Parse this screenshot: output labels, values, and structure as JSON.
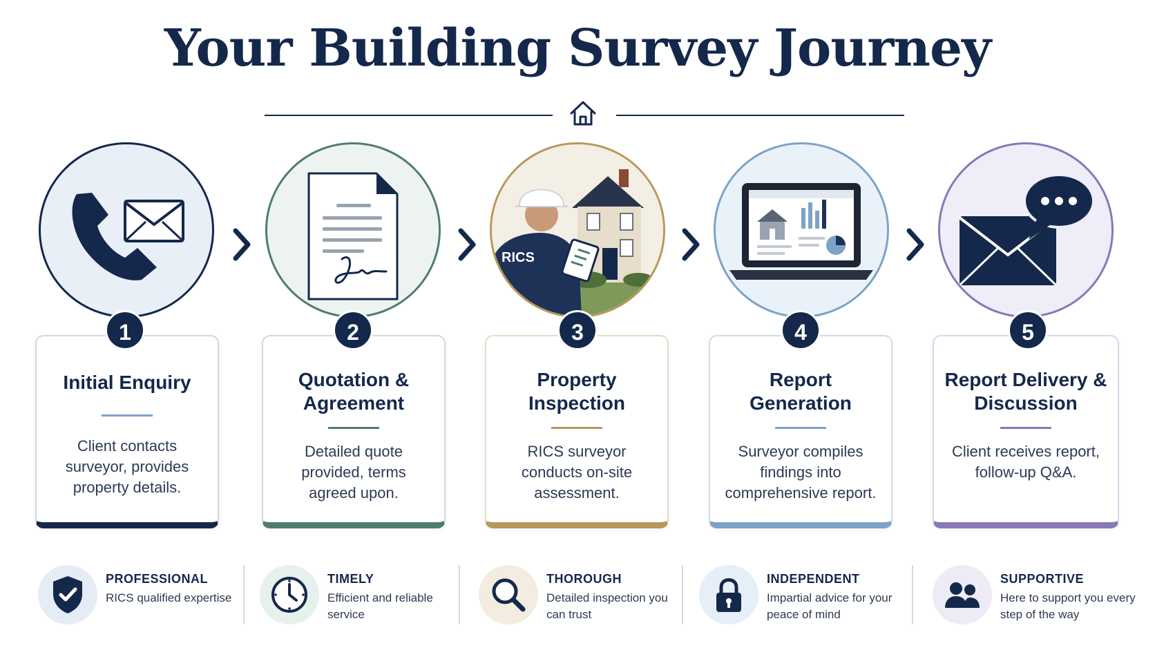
{
  "title": "Your Building Survey Journey",
  "colors": {
    "navy": "#14284b",
    "step1": "#14284b",
    "step2": "#4f7d6a",
    "step3": "#b8975a",
    "step4": "#7da3c8",
    "step5": "#8878b8"
  },
  "steps": [
    {
      "number": "1",
      "title": "Initial Enquiry",
      "description": "Client contacts surveyor, provides property details.",
      "icon": "phone-envelope-icon"
    },
    {
      "number": "2",
      "title": "Quotation & Agreement",
      "description": "Detailed quote provided, terms agreed upon.",
      "icon": "signed-document-icon"
    },
    {
      "number": "3",
      "title": "Property Inspection",
      "description": "RICS surveyor conducts on-site assessment.",
      "icon": "surveyor-house-icon",
      "badge": "RICS"
    },
    {
      "number": "4",
      "title": "Report Generation",
      "description": "Surveyor compiles findings into comprehensive report.",
      "icon": "laptop-report-icon"
    },
    {
      "number": "5",
      "title": "Report Delivery & Discussion",
      "description": "Client receives report, follow-up Q&A.",
      "icon": "envelope-chat-icon"
    }
  ],
  "features": [
    {
      "title": "PROFESSIONAL",
      "description": "RICS qualified expertise",
      "icon": "shield-check-icon"
    },
    {
      "title": "TIMELY",
      "description": "Efficient and reliable service",
      "icon": "clock-icon"
    },
    {
      "title": "THOROUGH",
      "description": "Detailed inspection you can trust",
      "icon": "magnifier-icon"
    },
    {
      "title": "INDEPENDENT",
      "description": "Impartial advice for your peace of mind",
      "icon": "padlock-icon"
    },
    {
      "title": "SUPPORTIVE",
      "description": "Here to support you every step of the way",
      "icon": "people-icon"
    }
  ]
}
